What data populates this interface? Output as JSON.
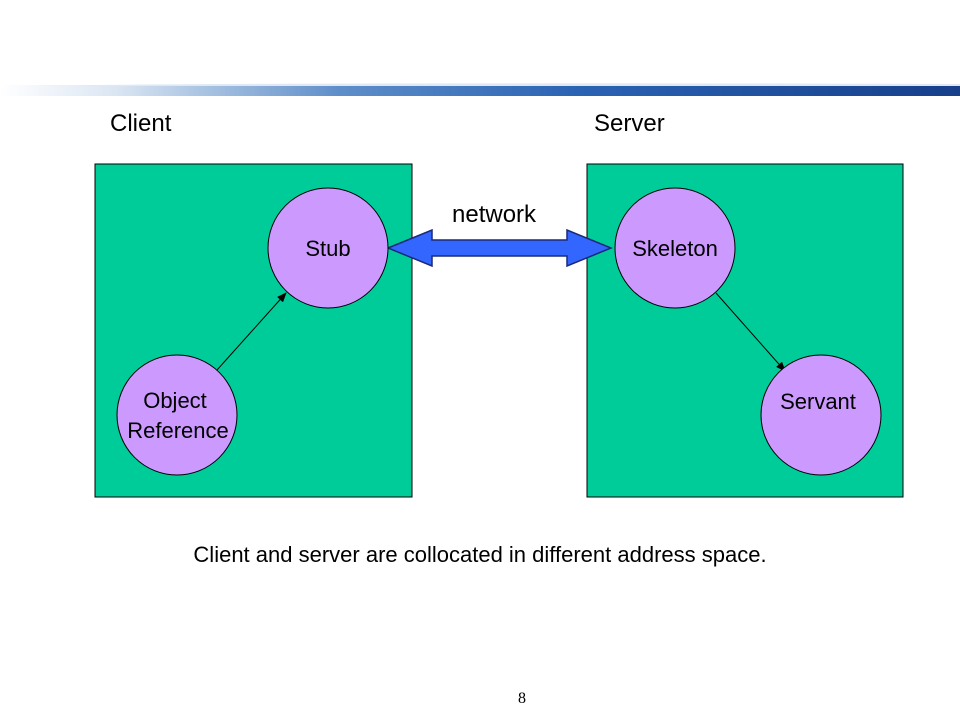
{
  "labels": {
    "client": "Client",
    "server": "Server",
    "network": "network"
  },
  "nodes": {
    "stub": "Stub",
    "skeleton": "Skeleton",
    "object_reference_line1": "Object",
    "object_reference_line2": "Reference",
    "servant": "Servant"
  },
  "caption": "Client and server are collocated in different address space.",
  "page_number": "8",
  "colors": {
    "box_fill": "#00CC99",
    "node_fill": "#CC99FF",
    "network_arrow": "#3366FF",
    "banner": "#1F4E9C"
  }
}
